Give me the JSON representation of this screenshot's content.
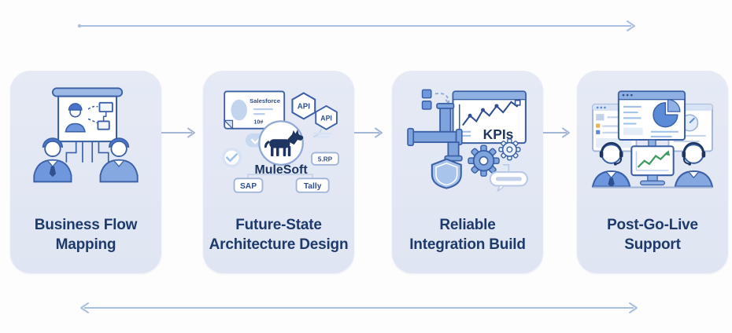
{
  "diagram": {
    "kind": "four-step process flow",
    "top_arrow": {
      "direction": "right",
      "color": "#a9c0e2"
    },
    "bottom_arrow": {
      "direction": "both",
      "color": "#a9c0e2"
    }
  },
  "colors": {
    "card_background": "#e2e8f4",
    "title_text": "#1e3a6b",
    "icon_outline": "#3a5fa5",
    "icon_navy": "#1d3560",
    "icon_blue": "#6f97dd",
    "icon_light_blue": "#b9cdec",
    "arrow": "#a9c0e2",
    "trend_green": "#3f9b5f"
  },
  "steps": [
    {
      "title_line1": "Business Flow",
      "title_line2": "Mapping"
    },
    {
      "title_line1": "Future-State",
      "title_line2": "Architecture Design"
    },
    {
      "title_line1": "Reliable",
      "title_line2": "Integration Build"
    },
    {
      "title_line1": "Post-Go-Live",
      "title_line2": "Support"
    }
  ],
  "icons": {
    "salesforce_label": "Salesforce",
    "doc_code_label": "10#",
    "api_label": "API",
    "mulesoft_label": "MuleSoft",
    "erp_badge_label": "5.RP",
    "sap_badge_label": "SAP",
    "tally_badge_label": "Tally",
    "kpis_label": "KPIs"
  }
}
